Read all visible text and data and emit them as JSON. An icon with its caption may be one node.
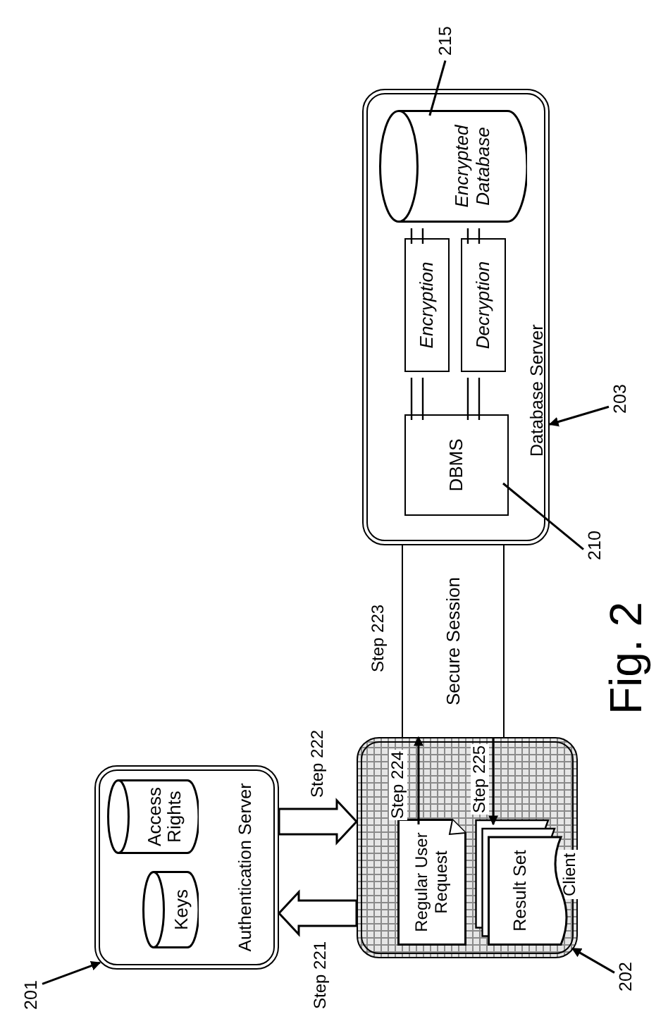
{
  "diagram": {
    "caption": "Fig. 2",
    "nodes": [
      {
        "text": [
          "Authentication Server"
        ]
      },
      {
        "text": [
          "Keys"
        ],
        "in": 0
      },
      {
        "text": [
          "Access Rights"
        ],
        "in": 0
      },
      {
        "text": [
          "Client"
        ]
      },
      {
        "text": [
          "Regular User Request"
        ],
        "in": 3
      },
      {
        "text": [
          "Result Set"
        ],
        "in": 3
      },
      {
        "text": [
          "Secure Session"
        ],
        "beside": [
          "Step 223"
        ]
      },
      {
        "text": [
          "Database Server"
        ]
      },
      {
        "text": [
          "DBMS"
        ],
        "in": 7
      },
      {
        "text": [
          "Encryption"
        ],
        "in": 7
      },
      {
        "text": [
          "Decryption"
        ],
        "in": 7
      },
      {
        "text": [
          "Encrypted Database"
        ],
        "in": 7
      },
      {
        "text": [
          "201"
        ]
      },
      {
        "text": [
          "202"
        ]
      },
      {
        "text": [
          "203"
        ]
      },
      {
        "text": [
          "210"
        ]
      },
      {
        "text": [
          "215"
        ]
      }
    ],
    "edges": [
      {
        "from": 0,
        "to": 3,
        "arrow": "to",
        "label": "Step 222",
        "style": "thick"
      },
      {
        "from": 3,
        "to": 0,
        "arrow": "to",
        "label": "Step 221",
        "style": "thick"
      },
      {
        "from": 4,
        "to": 6,
        "arrow": "to",
        "label": "Step 224"
      },
      {
        "from": 6,
        "to": 5,
        "arrow": "to",
        "label": "Step 225"
      },
      {
        "from": 8,
        "to": 9,
        "arrow": "none"
      },
      {
        "from": 9,
        "to": 11,
        "arrow": "none"
      },
      {
        "from": 8,
        "to": 10,
        "arrow": "none"
      },
      {
        "from": 10,
        "to": 11,
        "arrow": "none"
      },
      {
        "from": 12,
        "to": 0,
        "arrow": "to"
      },
      {
        "from": 13,
        "to": 3,
        "arrow": "to"
      },
      {
        "from": 14,
        "to": 7,
        "arrow": "to"
      },
      {
        "from": 15,
        "to": 8,
        "arrow": "none"
      },
      {
        "from": 16,
        "to": 11,
        "arrow": "none"
      }
    ]
  }
}
